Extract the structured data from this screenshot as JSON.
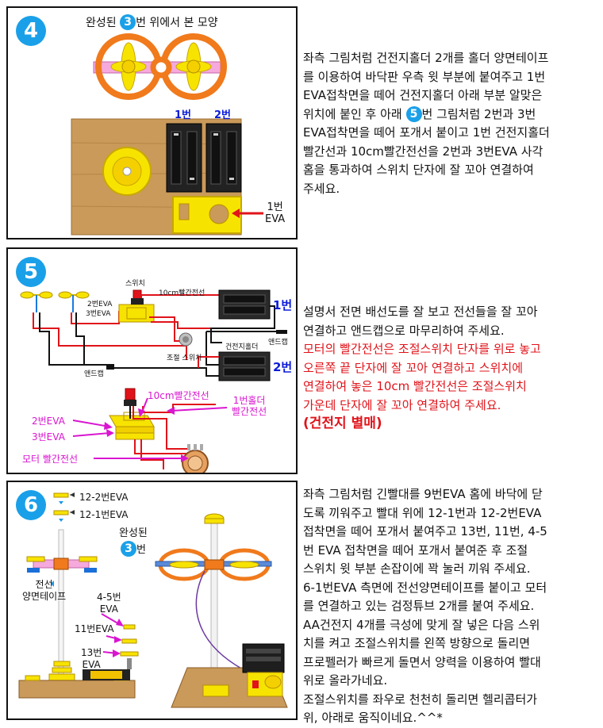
{
  "step4": {
    "number": "4",
    "caption": "완성된 3번 위에서 본 모양",
    "caption_pre": "완성된",
    "caption_num": "3",
    "caption_post": "번 위에서 본 모양",
    "label_holder1": "1번",
    "label_holder2": "2번",
    "label_eva_line1": "1번",
    "label_eva_line2": "EVA",
    "text_lines": [
      "좌측 그림처럼 건전지홀더 2개를 홀더 양면테이프",
      "를 이용하여 바닥판 우측 윗 부분에 붙여주고 1번",
      "EVA접착면을 떼어 건전지홀더 아래 부분 알맞은",
      "위치에 붙인 후 아래",
      "번 그림처럼 2번과 3번",
      "EVA접착면을 떼어 포개서 붙이고 1번 건전지홀더",
      "빨간선과 10cm빨간전선을 2번과 3번EVA 사각",
      "홈을 통과하여 스위치 단자에 잘 꼬아 연결하여",
      "주세요."
    ],
    "inline_circle": "5"
  },
  "step5": {
    "number": "5",
    "top_labels": {
      "switch": "스위치",
      "wire10": "10cm빨간전선",
      "eva2": "2번EVA",
      "eva3": "3번EVA",
      "holder1": "1번",
      "holder2": "2번",
      "and_cap_right": "앤드캡",
      "battery_holder": "건전지홀더",
      "adjust_switch": "조절 스위치",
      "and_cap_left": "앤드캡"
    },
    "bottom_labels": {
      "wire10": "10cm빨간전선",
      "holder1_wire_line1": "1번홀더",
      "holder1_wire_line2": "빨간전선",
      "eva2": "2번EVA",
      "eva3": "3번EVA",
      "motor_wire": "모터 빨간전선"
    },
    "text_black": [
      "설명서 전면 배선도를 잘 보고 전선들을 잘 꼬아",
      "연결하고 앤드캡으로 마무리하여 주세요."
    ],
    "text_red": [
      "모터의 빨간전선은 조절스위치 단자를 위로 놓고",
      "오른쪽 끝 단자에 잘 꼬아 연결하고 스위치에",
      "연결하여 놓은 10cm 빨간전선은 조절스위치",
      "가운데 단자에 잘 꼬아 연결하여 주세요."
    ],
    "text_bold_red": "(건전지 별매)"
  },
  "step6": {
    "number": "6",
    "labels": {
      "eva12_2": "12-2번EVA",
      "eva12_1": "12-1번EVA",
      "complete_pre": "완성된",
      "complete_num": "3",
      "complete_post": "번",
      "tape_line1": "전선",
      "tape_line2": "양면테이프",
      "eva45_line1": "4-5번",
      "eva45_line2": "EVA",
      "eva11": "11번EVA",
      "eva13_line1": "13번",
      "eva13_line2": "EVA"
    },
    "text_lines": [
      "좌측 그림처럼 긴빨대를 9번EVA 홈에 바닥에 닫",
      "도록 끼워주고 빨대 위에 12-1번과 12-2번EVA",
      "접착면을 떼어 포개서 붙여주고 13번, 11번, 4-5",
      "번 EVA 접착면을 떼어 포개서 붙여준 후 조절",
      "스위치 윗 부분 손잡이에 꽉 눌러 끼워 주세요.",
      "6-1번EVA 측면에 전선양면테이프를 붙이고 모터",
      "를 연결하고 있는 검정튜브 2개를 붙여 주세요.",
      "AA건전지 4개를 극성에 맞게 잘 넣은 다음 스위",
      "치를 켜고 조절스위치를 왼쪽 방향으로 돌리면",
      "프로펠러가 빠르게 돌면서 양력을 이용하여 빨대",
      "위로 올라가네요.",
      "조절스위치를 좌우로 천천히 돌리면 헬리콥터가",
      "위, 아래로 움직이네요.^^*"
    ]
  },
  "colors": {
    "step_circle": "#1aa0e8",
    "red_text": "#e0131a",
    "magenta_label": "#d916d0",
    "blue_label": "#0b1bd8",
    "eva_yellow": "#f7e300",
    "propeller_orange": "#f07a1c",
    "wood": "#c99a5a"
  }
}
